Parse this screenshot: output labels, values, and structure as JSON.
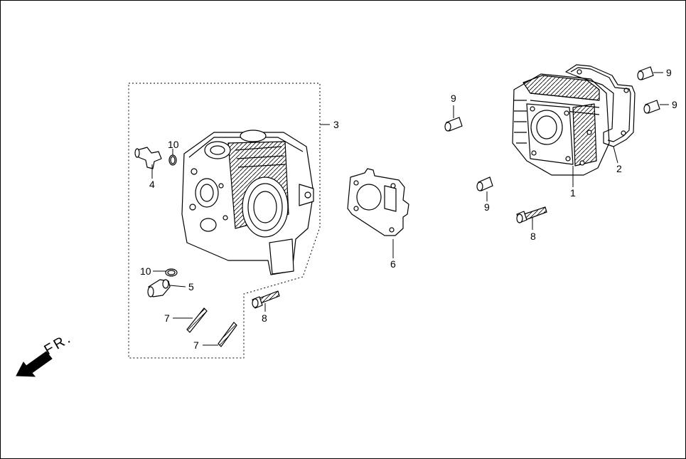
{
  "callouts": {
    "c1": "1",
    "c2": "2",
    "c3": "3",
    "c4": "4",
    "c5": "5",
    "c6": "6",
    "c7a": "7",
    "c7b": "7",
    "c8a": "8",
    "c8b": "8",
    "c9a": "9",
    "c9b": "9",
    "c9c": "9",
    "c9d": "9",
    "c10a": "10",
    "c10b": "10"
  },
  "direction": {
    "label": "FR.",
    "icon": "front-direction-arrow-icon"
  },
  "parts": {
    "cylinder_head": "cylinder-head-icon",
    "cylinder": "cylinder-block-icon",
    "gasket_head": "head-gasket-icon",
    "gasket_cylinder": "cylinder-gasket-icon",
    "dowel": "dowel-pin-icon",
    "bolt": "flange-bolt-icon",
    "stud": "stud-bolt-icon",
    "fitting": "intake-fitting-icon",
    "oring": "o-ring-icon"
  },
  "colors": {
    "line": "#000000",
    "background": "#ffffff"
  }
}
